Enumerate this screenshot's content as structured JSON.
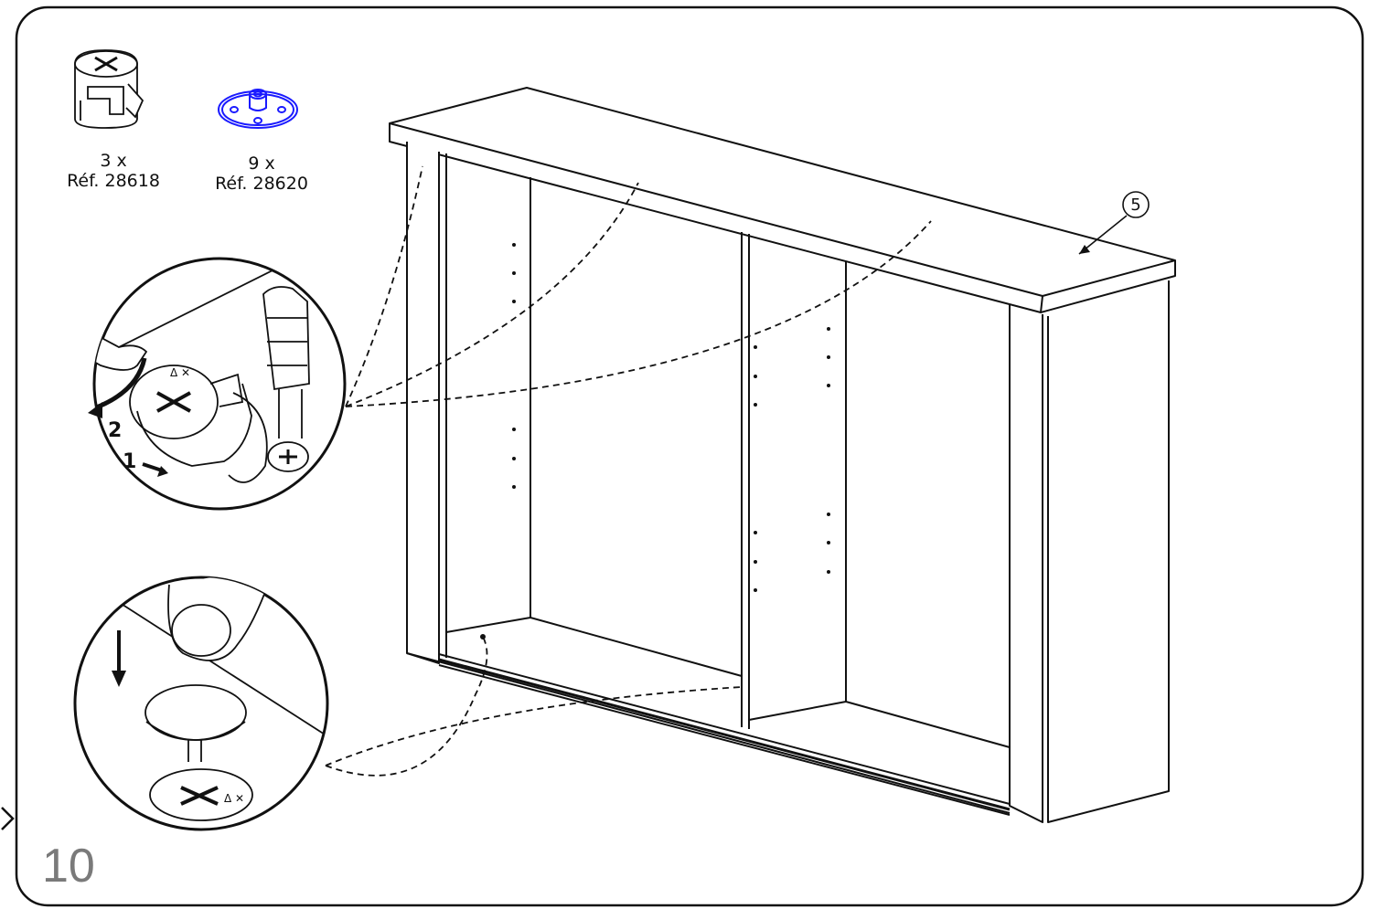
{
  "page": {
    "number": "10"
  },
  "parts": [
    {
      "qty": "3 x",
      "ref": "Réf. 28618",
      "icon": "cam-lock-fitting-icon"
    },
    {
      "qty": "9 x",
      "ref": "Réf. 28620",
      "icon": "cover-cap-icon",
      "color": "#1a1aff"
    }
  ],
  "callouts": {
    "panel": "5"
  },
  "steps": {
    "turn": "2",
    "push": "1"
  },
  "colors": {
    "line": "#111111",
    "page_number": "#7a7a7a",
    "highlight": "#1a1aff"
  }
}
